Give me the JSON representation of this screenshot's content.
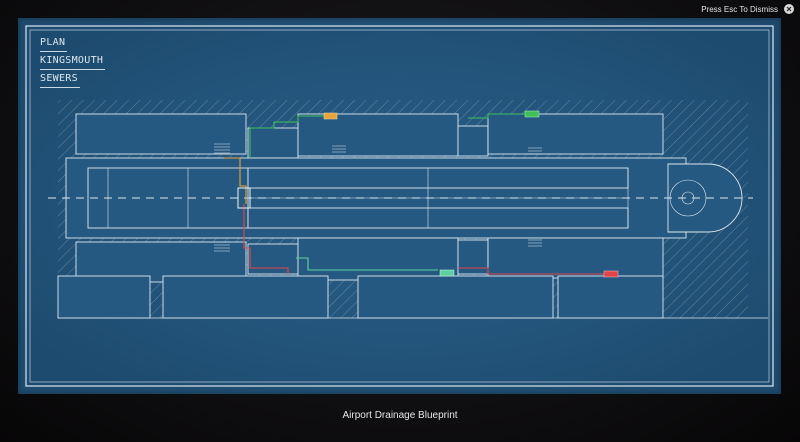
{
  "overlay": {
    "dismiss_hint": "Press Esc To Dismiss",
    "close_icon": "close-icon"
  },
  "blueprint": {
    "title_lines": [
      "PLAN",
      "KINGSMOUTH",
      "SEWERS"
    ],
    "caption": "Airport Drainage Blueprint",
    "colors": {
      "paper": "#265981",
      "lines": "#dbe7f0",
      "pipe_green": "#3fbf5a",
      "pipe_orange": "#e8a33a",
      "pipe_red": "#e0454a",
      "pipe_teal": "#5fd0a0"
    },
    "markers": [
      {
        "name": "orange-valve-marker",
        "color": "#e8a33a"
      },
      {
        "name": "green-valve-marker-top",
        "color": "#3fbf5a"
      },
      {
        "name": "teal-valve-marker-bottom",
        "color": "#5fd0a0"
      },
      {
        "name": "red-valve-marker-bottom",
        "color": "#e0454a"
      }
    ]
  }
}
